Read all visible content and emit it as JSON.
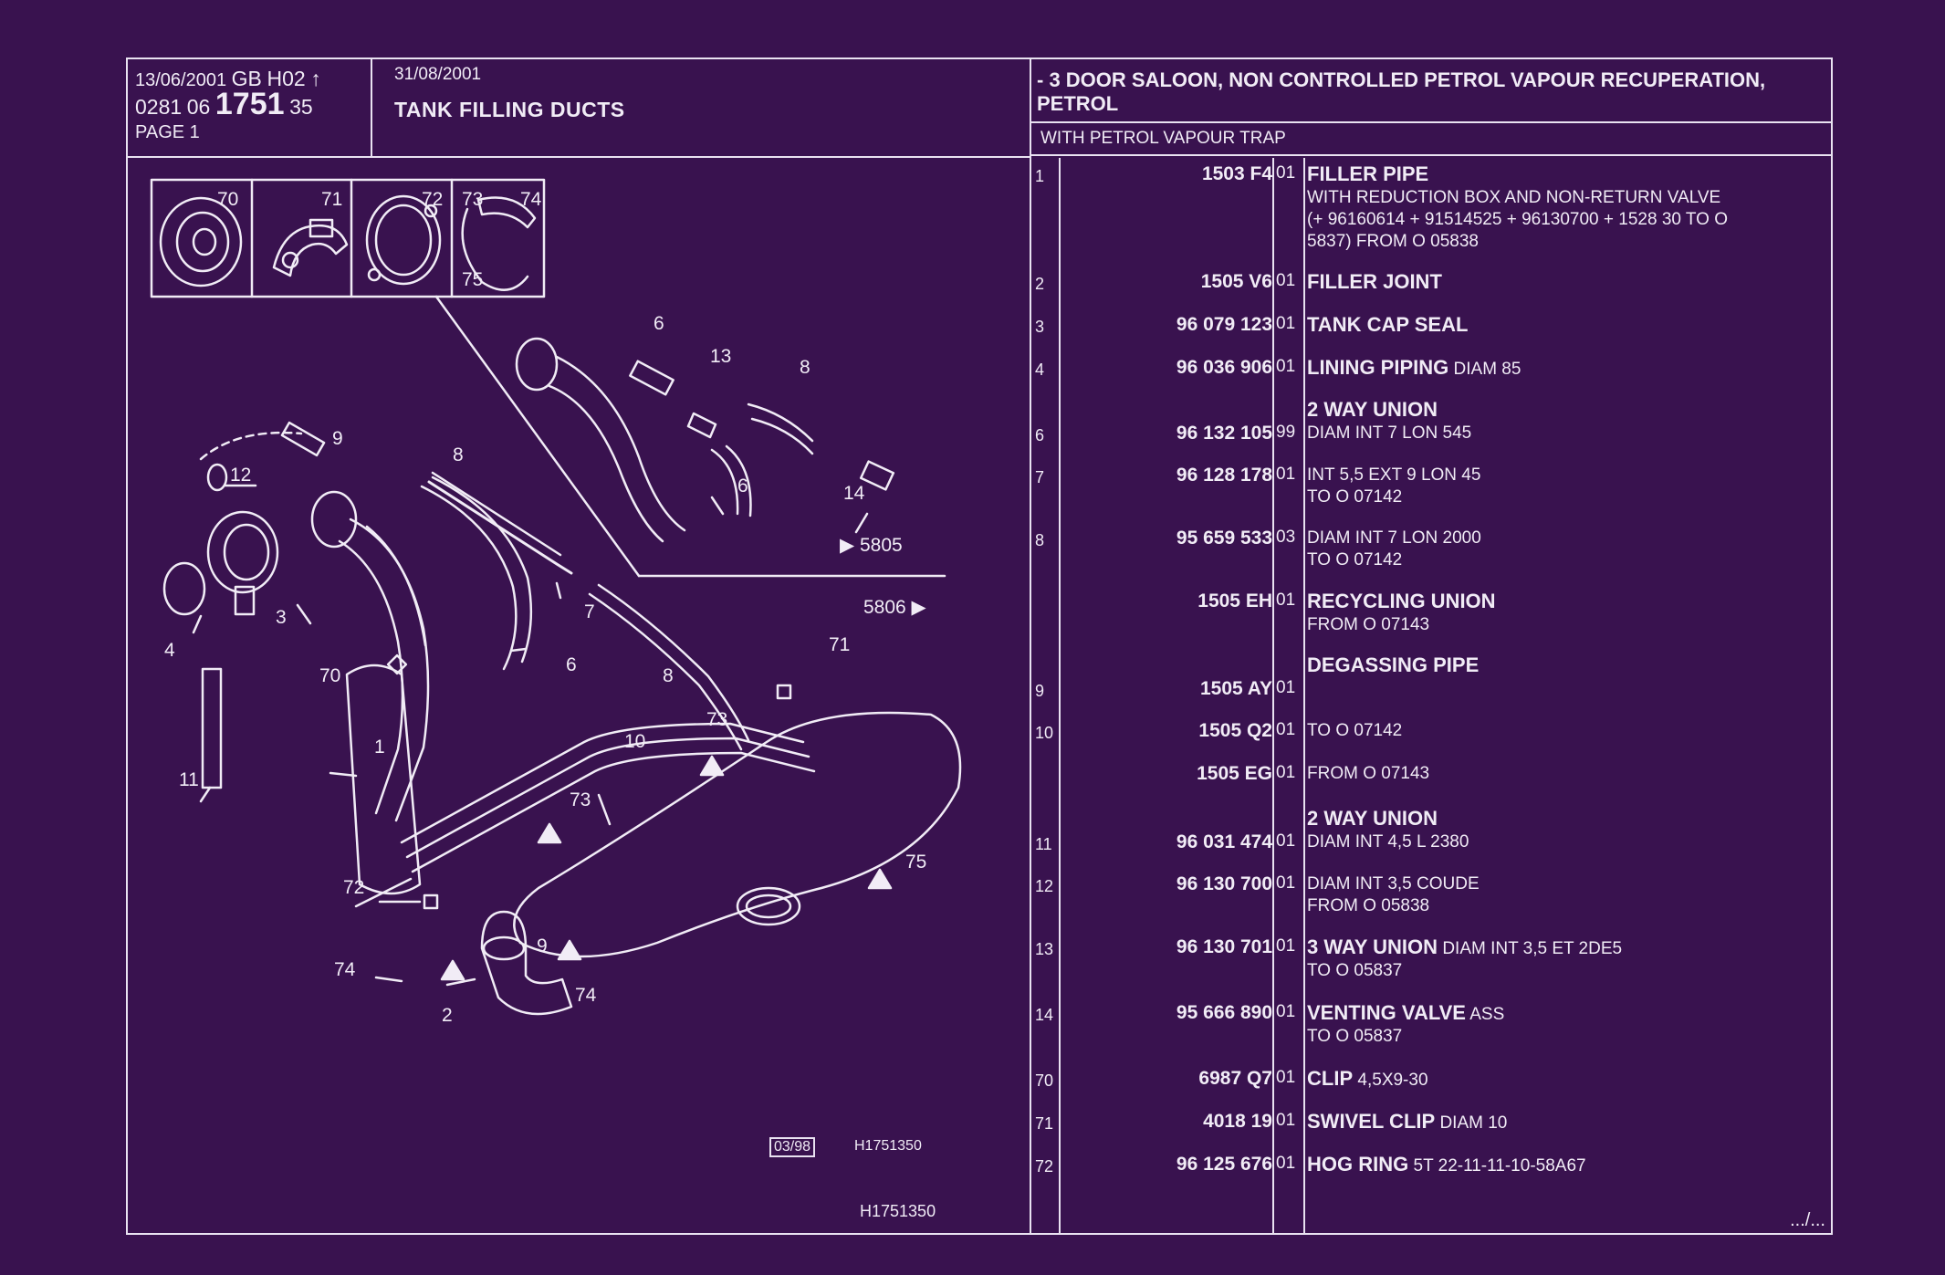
{
  "header": {
    "date1": "13/06/2001",
    "market": "GB",
    "model": "H02",
    "arrow": "↑",
    "code_a": "0281",
    "code_b": "06",
    "code_main": "1751",
    "code_c": "35",
    "page": "PAGE 1",
    "date2": "31/08/2001",
    "title": "TANK FILLING DUCTS",
    "variant": "- 3 DOOR SALOON, NON CONTROLLED PETROL VAPOUR RECUPERATION, PETROL",
    "sub": "WITH PETROL VAPOUR TRAP"
  },
  "drawing": {
    "labels": [
      "70",
      "71",
      "72",
      "73",
      "74",
      "75",
      "6",
      "13",
      "8",
      "9",
      "12",
      "8",
      "14",
      "6",
      "3",
      "4",
      "7",
      "6",
      "70",
      "8",
      "71",
      "1",
      "11",
      "73",
      "10",
      "73",
      "75",
      "72",
      "9",
      "74",
      "74",
      "2",
      "▶ 5805",
      "5806 ▶"
    ],
    "ref_box": "03/98",
    "ref_code": "H1751350",
    "bottom_code": "H1751350"
  },
  "parts": [
    {
      "idx": "1",
      "ref": "1503 F4",
      "qty": "01",
      "name": "FILLER PIPE",
      "extra": "",
      "lines": [
        "WITH REDUCTION BOX AND NON-RETURN VALVE",
        "(+ 96160614 + 91514525 + 96130700 + 1528 30 TO O",
        "5837) FROM O 05838"
      ]
    },
    {
      "idx": "2",
      "ref": "1505 V6",
      "qty": "01",
      "name": "FILLER JOINT",
      "extra": "",
      "lines": []
    },
    {
      "idx": "3",
      "ref": "96 079 123",
      "qty": "01",
      "name": "TANK CAP SEAL",
      "extra": "",
      "lines": []
    },
    {
      "idx": "4",
      "ref": "96 036 906",
      "qty": "01",
      "name": "LINING PIPING",
      "extra": "DIAM 85",
      "lines": []
    },
    {
      "idx": "",
      "ref": "",
      "qty": "",
      "name": "2 WAY UNION",
      "extra": "",
      "lines": []
    },
    {
      "idx": "6",
      "ref": "96 132 105",
      "qty": "99",
      "name": "",
      "extra": "",
      "lines": [
        "DIAM INT 7 LON 545"
      ]
    },
    {
      "idx": "7",
      "ref": "96 128 178",
      "qty": "01",
      "name": "",
      "extra": "",
      "lines": [
        "INT 5,5 EXT 9 LON 45",
        "TO O 07142"
      ]
    },
    {
      "idx": "8",
      "ref": "95 659 533",
      "qty": "03",
      "name": "",
      "extra": "",
      "lines": [
        "DIAM INT 7 LON 2000",
        "TO O 07142"
      ]
    },
    {
      "idx": "",
      "ref": "1505 EH",
      "qty": "01",
      "name": "RECYCLING UNION",
      "extra": "",
      "lines": [
        "FROM O 07143"
      ]
    },
    {
      "idx": "",
      "ref": "",
      "qty": "",
      "name": "DEGASSING PIPE",
      "extra": "",
      "lines": []
    },
    {
      "idx": "9",
      "ref": "1505 AY",
      "qty": "01",
      "name": "",
      "extra": "",
      "lines": []
    },
    {
      "idx": "10",
      "ref": "1505 Q2",
      "qty": "01",
      "name": "",
      "extra": "",
      "lines": [
        "TO O 07142"
      ]
    },
    {
      "idx": "",
      "ref": "1505 EG",
      "qty": "01",
      "name": "",
      "extra": "",
      "lines": [
        "FROM O 07143"
      ]
    },
    {
      "idx": "",
      "ref": "",
      "qty": "",
      "name": "2 WAY UNION",
      "extra": "",
      "lines": []
    },
    {
      "idx": "11",
      "ref": "96 031 474",
      "qty": "01",
      "name": "",
      "extra": "",
      "lines": [
        "DIAM INT 4,5 L 2380"
      ]
    },
    {
      "idx": "12",
      "ref": "96 130 700",
      "qty": "01",
      "name": "",
      "extra": "",
      "lines": [
        "DIAM INT 3,5 COUDE",
        "FROM O 05838"
      ]
    },
    {
      "idx": "13",
      "ref": "96 130 701",
      "qty": "01",
      "name": "3 WAY UNION",
      "extra": "DIAM INT 3,5 ET 2DE5",
      "lines": [
        "TO O 05837"
      ]
    },
    {
      "idx": "14",
      "ref": "95 666 890",
      "qty": "01",
      "name": "VENTING VALVE",
      "extra": "ASS",
      "lines": [
        "TO O 05837"
      ]
    },
    {
      "idx": "70",
      "ref": "6987 Q7",
      "qty": "01",
      "name": "CLIP",
      "extra": "4,5X9-30",
      "lines": []
    },
    {
      "idx": "71",
      "ref": "4018 19",
      "qty": "01",
      "name": "SWIVEL CLIP",
      "extra": "DIAM 10",
      "lines": []
    },
    {
      "idx": "72",
      "ref": "96 125 676",
      "qty": "01",
      "name": "HOG RING",
      "extra": "5T 22-11-11-10-58A67",
      "lines": []
    }
  ],
  "continued": ".../..."
}
